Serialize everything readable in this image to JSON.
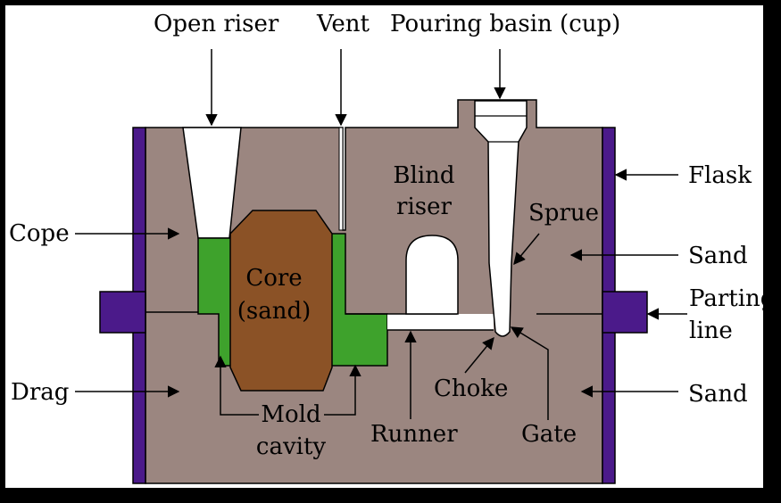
{
  "labels": {
    "open_riser": "Open riser",
    "vent": "Vent",
    "pouring_basin": "Pouring basin (cup)",
    "flask": "Flask",
    "cope": "Cope",
    "sand_top": "Sand",
    "sprue": "Sprue",
    "blind_riser_l1": "Blind",
    "blind_riser_l2": "riser",
    "core_l1": "Core",
    "core_l2": "(sand)",
    "parting_l1": "Parting",
    "parting_l2": "line",
    "drag": "Drag",
    "sand_bottom": "Sand",
    "choke": "Choke",
    "mold_cavity_l1": "Mold",
    "mold_cavity_l2": "cavity",
    "runner": "Runner",
    "gate": "Gate"
  },
  "colors": {
    "background": "#000000",
    "panel": "#ffffff",
    "sand": "#9b8680",
    "flask": "#4b1a8a",
    "mold_cavity": "#3ea22c",
    "core": "#8b5226",
    "void": "#ffffff"
  }
}
